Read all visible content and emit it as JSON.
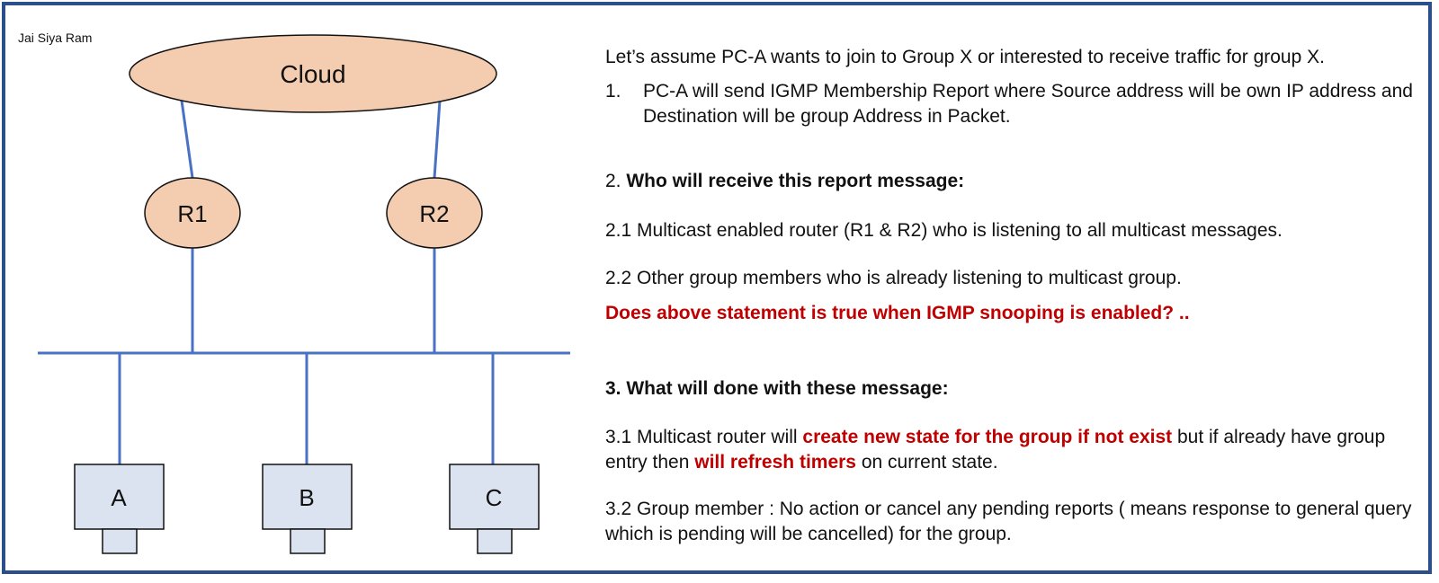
{
  "author": "Jai Siya Ram",
  "diagram": {
    "cloud_label": "Cloud",
    "routers": [
      "R1",
      "R2"
    ],
    "hosts": [
      "A",
      "B",
      "C"
    ],
    "colors": {
      "line": "#4a72c4",
      "node_fill": "#f4cdb1",
      "host_fill": "#dbe3f0",
      "frame": "#2b4f8c"
    }
  },
  "text": {
    "intro": "Let’s assume PC-A wants to join to Group X or interested to receive traffic for group X.",
    "item1_num": "1.",
    "item1": "PC-A will send IGMP Membership Report where Source address will be own IP address and Destination will be group Address in Packet.",
    "item2_num": "2.",
    "item2_heading": "Who will receive this report message:",
    "item2_1": "2.1 Multicast enabled router (R1 & R2) who is listening to all multicast messages.",
    "item2_2": "2.2 Other group members who is already listening to multicast group.",
    "question": "Does above statement is true when IGMP snooping is enabled? ..",
    "item3_heading": "3. What will done with these message:",
    "item3_1": {
      "part1": "3.1 Multicast router will ",
      "part2": "create new state for the group if not exist",
      "part3": " but if already have group entry then ",
      "part4": "will refresh timers",
      "part5": " on current state."
    },
    "item3_2": "3.2 Group member : No action or cancel any pending reports ( means response to general query which is pending will be cancelled) for the group."
  }
}
